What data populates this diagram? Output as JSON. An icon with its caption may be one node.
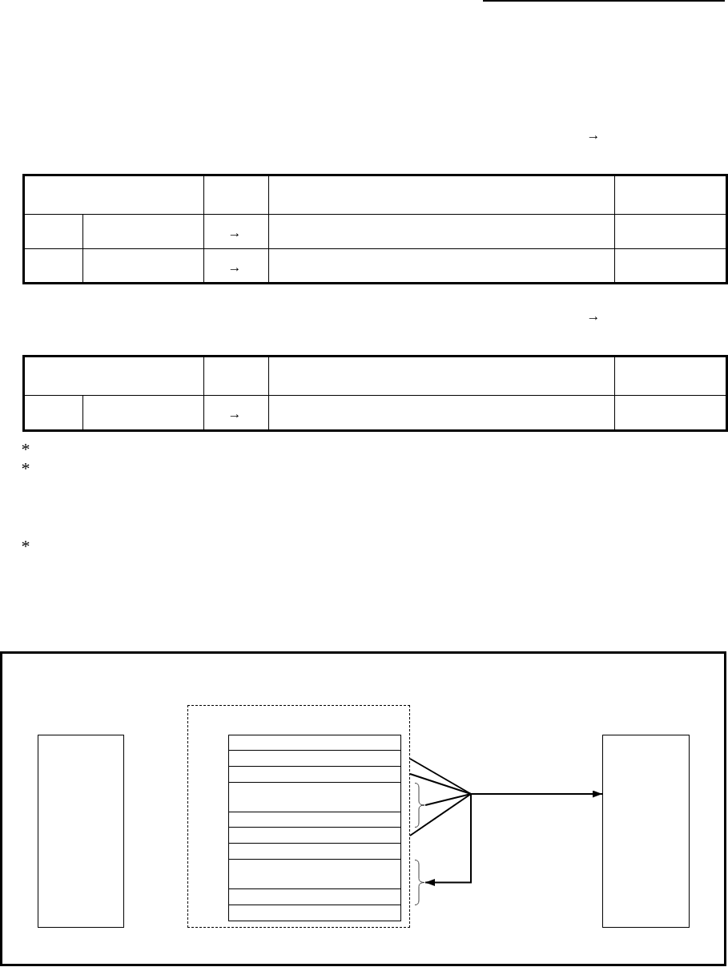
{
  "diagram": {
    "nodes": [
      {
        "text": [],
        "shape": "box"
      },
      {
        "text": [],
        "shape": "box",
        "in": 0
      },
      {
        "text": [],
        "shape": "box",
        "in": 0
      },
      {
        "text": [],
        "shape": "box",
        "in": 2
      },
      {
        "text": [],
        "shape": "brace",
        "in": 0
      },
      {
        "text": [],
        "shape": "brace",
        "in": 0
      },
      {
        "text": [],
        "shape": "box",
        "in": 0
      }
    ],
    "edges": [
      {
        "from": 2,
        "to": 6,
        "arrow": "to"
      },
      {
        "from": 2,
        "to": 6,
        "arrow": "to"
      },
      {
        "from": 4,
        "to": 6,
        "arrow": "to"
      },
      {
        "from": 2,
        "to": 6,
        "arrow": "to"
      },
      {
        "from": 2,
        "to": 5,
        "arrow": "to"
      },
      {
        "from": 2,
        "to": 5,
        "arrow": "to"
      },
      {
        "from": 4,
        "to": 5,
        "arrow": "to"
      },
      {
        "from": 2,
        "to": 5,
        "arrow": "to"
      }
    ],
    "labels": [
      "→",
      "→",
      "→",
      "→",
      "→",
      "*",
      "*",
      "*"
    ]
  }
}
